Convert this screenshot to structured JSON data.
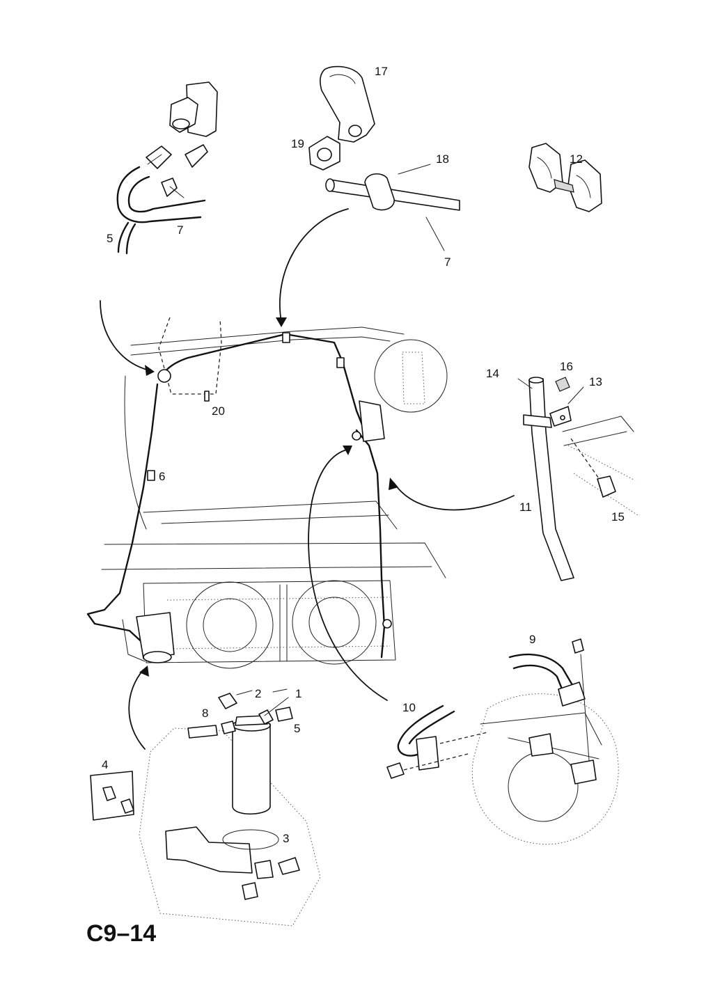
{
  "page_code": "C9–14",
  "callouts": [
    "1",
    "2",
    "3",
    "4",
    "5",
    "6",
    "7",
    "8",
    "9",
    "10",
    "11",
    "12",
    "13",
    "14",
    "15",
    "16",
    "17",
    "18",
    "19",
    "20"
  ],
  "callout_7_second": "7",
  "callout_5_second": "5"
}
